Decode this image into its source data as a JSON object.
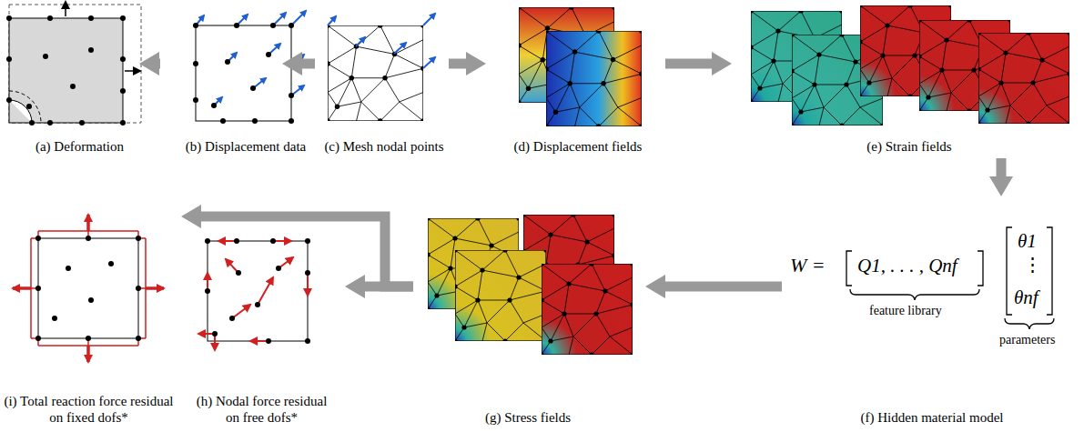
{
  "diagram": {
    "nodes": [
      {
        "text": [
          "(a) Deformation"
        ]
      },
      {
        "text": [
          "(b) Displacement data"
        ]
      },
      {
        "text": [
          "(c) Mesh nodal points"
        ]
      },
      {
        "text": [
          "(d) Displacement fields"
        ]
      },
      {
        "text": [
          "(e) Strain fields"
        ]
      },
      {
        "text": [
          "(f) Hidden material model"
        ]
      },
      {
        "text": [
          "(g) Stress fields"
        ]
      },
      {
        "text": [
          "(h) Nodal force residual on free dofs*"
        ]
      },
      {
        "text": [
          "(i) Total reaction force residual on fixed dofs*"
        ]
      }
    ],
    "edges": [
      {
        "from": 0,
        "to": 1,
        "arrow": "to"
      },
      {
        "from": 1,
        "to": 2,
        "arrow": "to"
      },
      {
        "from": 2,
        "to": 3,
        "arrow": "to"
      },
      {
        "from": 3,
        "to": 4,
        "arrow": "to"
      },
      {
        "from": 4,
        "to": 5,
        "arrow": "to"
      },
      {
        "from": 5,
        "to": 6,
        "arrow": "to"
      },
      {
        "from": 6,
        "to": 7,
        "arrow": "to"
      },
      {
        "from": 6,
        "to": 8,
        "arrow": "to"
      }
    ],
    "labels": [
      "W =",
      "Q1, . . . , Qnf",
      "feature library",
      "θ1",
      "⋮",
      "θnf",
      "parameters"
    ]
  }
}
